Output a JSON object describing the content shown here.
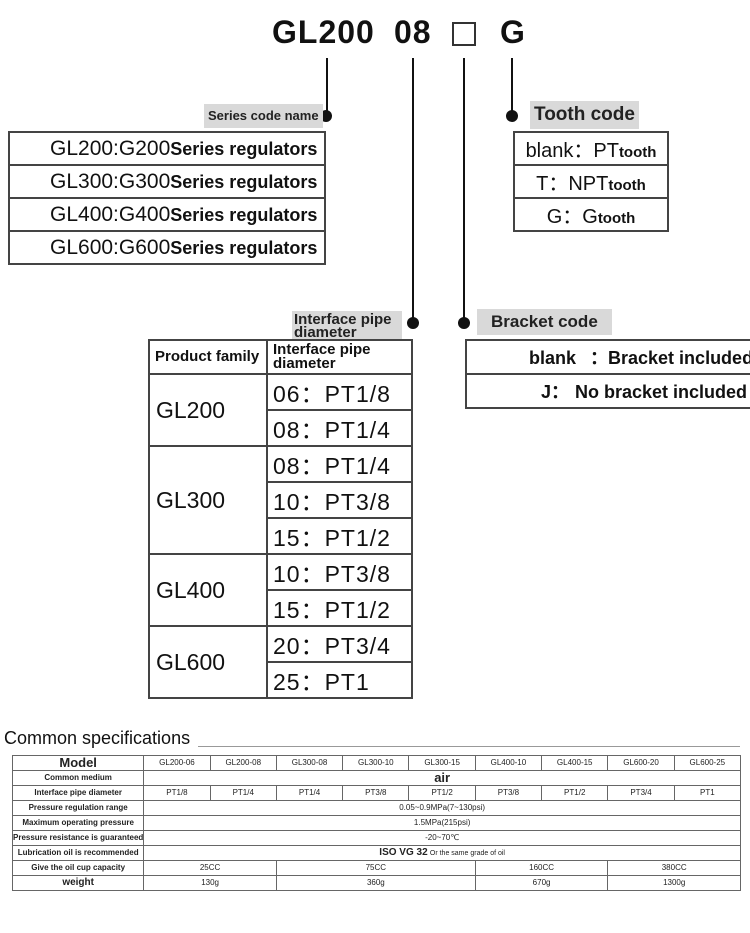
{
  "model_code": {
    "base": "GL200",
    "pipe": "08",
    "bracket_box": "□",
    "tooth": "G"
  },
  "series": {
    "tag": "Series code name",
    "suffix": "Series regulators",
    "rows": [
      {
        "code": "GL200:G200"
      },
      {
        "code": "GL300:G300"
      },
      {
        "code": "GL400:G400"
      },
      {
        "code": "GL600:G600"
      }
    ]
  },
  "tooth": {
    "tag": "Tooth code",
    "suffix": "tooth",
    "rows": [
      {
        "code": "blank：PT"
      },
      {
        "code": "T：NPT"
      },
      {
        "code": "G：G"
      }
    ]
  },
  "pipe": {
    "tag": "Interface pipe diameter",
    "header_family": "Product family",
    "header_pipe": "Interface pipe diameter",
    "groups": [
      {
        "family": "GL200",
        "sizes": [
          "06：PT1/8",
          "08：PT1/4"
        ]
      },
      {
        "family": "GL300",
        "sizes": [
          "08：PT1/4",
          "10：PT3/8",
          "15：PT1/2"
        ]
      },
      {
        "family": "GL400",
        "sizes": [
          "10：PT3/8",
          "15：PT1/2"
        ]
      },
      {
        "family": "GL600",
        "sizes": [
          "20：PT3/4",
          "25：PT1"
        ]
      }
    ]
  },
  "bracket": {
    "tag": "Bracket code",
    "rows": [
      {
        "code": "blank",
        "desc": "：Bracket included"
      },
      {
        "code": "J：",
        "desc": "No bracket included"
      }
    ]
  },
  "specs": {
    "title": "Common specifications",
    "model_label": "Model",
    "models": [
      "GL200-06",
      "GL200-08",
      "GL300-08",
      "GL300-10",
      "GL300-15",
      "GL400-10",
      "GL400-15",
      "GL600-20",
      "GL600-25"
    ],
    "rows": {
      "medium": {
        "label": "Common medium",
        "value": "air"
      },
      "pipe": {
        "label": "Interface pipe diameter",
        "values": [
          "PT1/8",
          "PT1/4",
          "PT1/4",
          "PT3/8",
          "PT1/2",
          "PT3/8",
          "PT1/2",
          "PT3/4",
          "PT1"
        ]
      },
      "range": {
        "label": "Pressure regulation range",
        "value": "0.05~0.9MPa(7~130psi)"
      },
      "max_pressure": {
        "label": "Maximum operating pressure",
        "value": "1.5MPa(215psi)"
      },
      "resistance": {
        "label": "Pressure resistance is guaranteed",
        "value": "-20~70℃"
      },
      "oil": {
        "label": "Lubrication oil is recommended",
        "value": "ISO VG 32",
        "note": "Or the same grade of oil"
      },
      "cup": {
        "label": "Give the oil cup capacity",
        "values": [
          "25CC",
          "75CC",
          "160CC",
          "380CC"
        ]
      },
      "weight": {
        "label": "weight",
        "values": [
          "130g",
          "360g",
          "670g",
          "1300g"
        ]
      }
    }
  }
}
